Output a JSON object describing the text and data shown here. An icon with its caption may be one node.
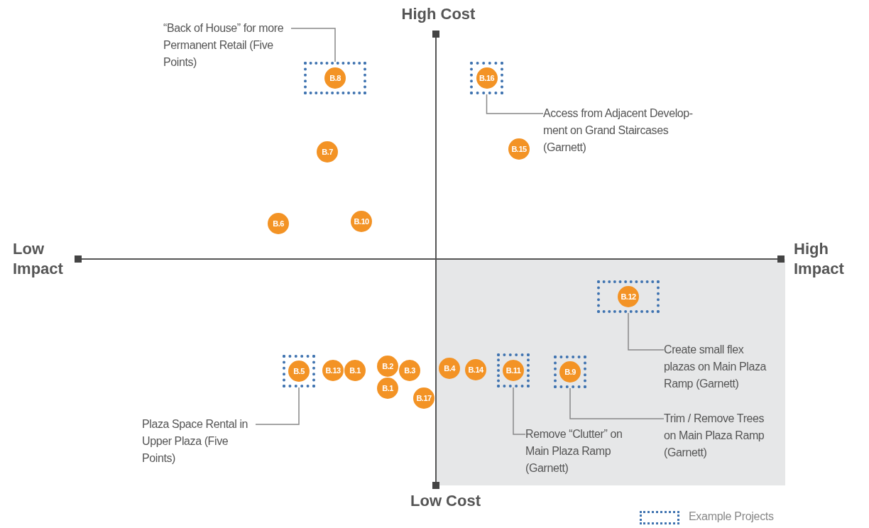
{
  "diagram": {
    "nodes": [
      {
        "text": [
          "“Back of House” for more Permanent Retail (Five Points)"
        ]
      },
      {
        "text": [],
        "shape": "box"
      },
      {
        "text": [
          "B.8"
        ],
        "in": 1
      },
      {
        "text": [],
        "shape": "box"
      },
      {
        "text": [
          "B.16"
        ],
        "in": 3
      },
      {
        "text": [
          "Access from Adjacent Develop- ment on Grand Staircases (Garnett)"
        ]
      },
      {
        "text": [
          "B.7"
        ]
      },
      {
        "text": [
          "B.15"
        ]
      },
      {
        "text": [
          "B.6"
        ]
      },
      {
        "text": [
          "B.10"
        ]
      },
      {
        "text": [],
        "shape": "box"
      },
      {
        "text": [
          "B.12"
        ],
        "in": 10
      },
      {
        "text": [],
        "shape": "box"
      },
      {
        "text": [
          "B.5"
        ],
        "in": 12
      },
      {
        "text": [
          "B.13"
        ]
      },
      {
        "text": [
          "B.1"
        ]
      },
      {
        "text": [
          "B.2"
        ]
      },
      {
        "text": [
          "B.3"
        ]
      },
      {
        "text": [
          "B.1"
        ]
      },
      {
        "text": [
          "B.4"
        ]
      },
      {
        "text": [
          "B.14"
        ]
      },
      {
        "text": [],
        "shape": "box"
      },
      {
        "text": [
          "B.11"
        ],
        "in": 21
      },
      {
        "text": [],
        "shape": "box"
      },
      {
        "text": [
          "B.9"
        ],
        "in": 23
      },
      {
        "text": [
          "B.17"
        ]
      },
      {
        "text": [
          "Create small flex plazas on Main Plaza Ramp (Garnett)"
        ]
      },
      {
        "text": [
          "Plaza Space Rental in Upper Plaza (Five Points)"
        ]
      },
      {
        "text": [
          "Remove “Clutter” on Main Plaza Ramp (Garnett)"
        ]
      },
      {
        "text": [
          "Trim / Remove Trees on Main Plaza Ramp (Garnett)"
        ]
      }
    ],
    "edges": [
      {
        "from": 0,
        "to": 1,
        "arrow": "none"
      },
      {
        "from": 5,
        "to": 3,
        "arrow": "none"
      },
      {
        "from": 26,
        "to": 10,
        "arrow": "none"
      },
      {
        "from": 27,
        "to": 12,
        "arrow": "none"
      },
      {
        "from": 28,
        "to": 21,
        "arrow": "none"
      },
      {
        "from": 29,
        "to": 23,
        "arrow": "none"
      }
    ],
    "labels": [
      "High Cost",
      "Low Impact",
      "High Impact",
      "Low Cost"
    ],
    "legend": [
      {
        "text": "Example Projects"
      }
    ]
  }
}
